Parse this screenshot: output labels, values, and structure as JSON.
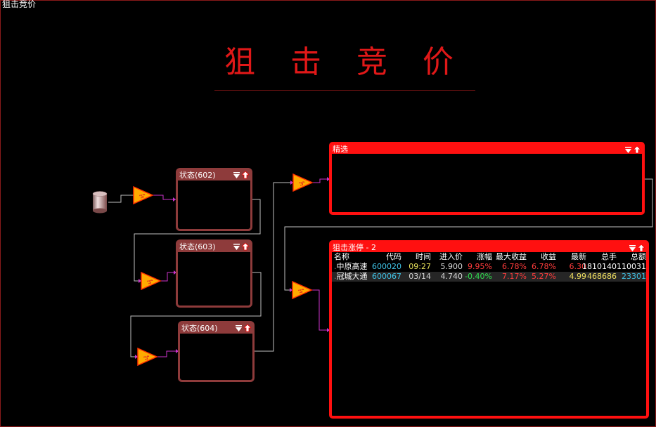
{
  "window": {
    "title": "狙击竞价"
  },
  "main_title": "狙 击 竞 价",
  "colors": {
    "accent_red": "#ff1010",
    "state_box": "#8e3b3b",
    "wire": "#c0c0c0",
    "wire_magenta": "#cc33cc",
    "gain_red": "#ff3c3c",
    "loss_green": "#30e050",
    "code_cyan": "#3fc3e6"
  },
  "nodes": {
    "state_602": {
      "label": "状态(602)"
    },
    "state_603": {
      "label": "状态(603)"
    },
    "state_604": {
      "label": "状态(604)"
    },
    "selected": {
      "label": "精选"
    },
    "limit_up": {
      "label": "狙击涨停 - 2"
    }
  },
  "icons": {
    "data_source": "database-cylinder-icon",
    "filter": "filter-triangle-icon",
    "collapse": "down-triangle-icon",
    "expand": "up-arrow-icon"
  },
  "table": {
    "headers": [
      "名称",
      "代码",
      "时间",
      "进入价",
      "涨幅",
      "最大收益",
      "收益",
      "最新",
      "总手",
      "总额"
    ],
    "rows": [
      {
        "name": "中原高速",
        "code": "600020",
        "time": "09:27",
        "entry": "5.900",
        "change": "9.95%",
        "max_gain": "6.78%",
        "gain": "6.78%",
        "latest": "6.30",
        "volume": "1810140",
        "amount": "110031"
      },
      {
        "name": "冠城大通",
        "code": "600067",
        "time": "03/14",
        "entry": "4.740",
        "change": "-0.40%",
        "max_gain": "7.17%",
        "gain": "5.27%",
        "latest": "4.99",
        "volume": "468686",
        "amount": "23301"
      }
    ]
  }
}
